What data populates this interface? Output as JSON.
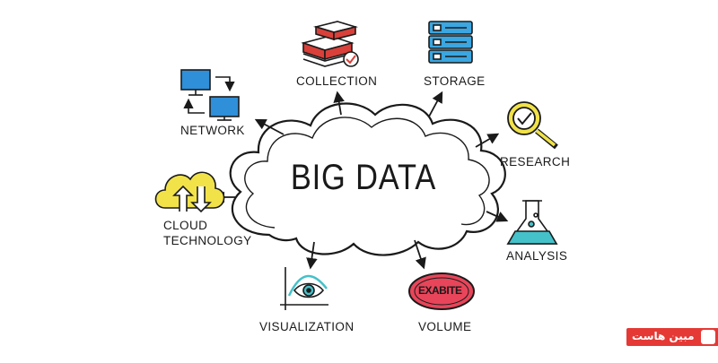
{
  "title": "BIG DATA",
  "nodes": {
    "collection": "COLLECTION",
    "storage": "STORAGE",
    "network": "NETWORK",
    "research": "RESEARCH",
    "cloud_line1": "CLOUD",
    "cloud_line2": "TECHNOLOGY",
    "analysis": "ANALYSIS",
    "visualization": "VISUALIZATION",
    "volume": "VOLUME",
    "exabite": "EXABITE"
  },
  "watermark": "مبین هاست",
  "colors": {
    "ink": "#1a1a1a",
    "blue": "#2f8fd8",
    "teal": "#45c1c9",
    "yellow": "#f1e24a",
    "red": "#e53935",
    "volume_red": "#e8455a"
  }
}
